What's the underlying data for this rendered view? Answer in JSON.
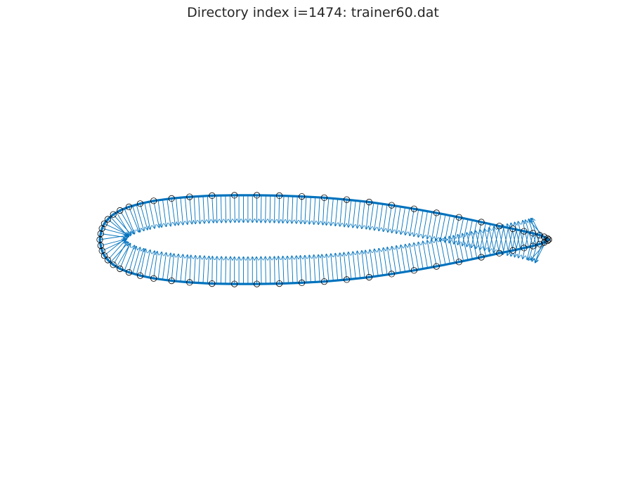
{
  "figure": {
    "title": "Directory index i=1474: trainer60.dat"
  },
  "chart_data": {
    "type": "scatter",
    "title": "Directory index i=1474: trainer60.dat",
    "xlabel": "",
    "ylabel": "",
    "axes_visible": false,
    "aspect": "equal",
    "grid": false,
    "xlim": [
      -0.04,
      1.04
    ],
    "ylim": [
      -0.35,
      0.35
    ],
    "colors": {
      "profile": "#0072BD",
      "normals": "#0072BD",
      "markers": "#000000"
    },
    "series": [
      {
        "kind": "surface-points",
        "marker": "open-circle",
        "upper": {
          "x": [
            1.0,
            0.997,
            0.99,
            0.98,
            0.965,
            0.945,
            0.92,
            0.89,
            0.85,
            0.8,
            0.75,
            0.7,
            0.65,
            0.6,
            0.55,
            0.5,
            0.45,
            0.4,
            0.35,
            0.3,
            0.25,
            0.2,
            0.16,
            0.12,
            0.09,
            0.065,
            0.045,
            0.03,
            0.018,
            0.01,
            0.005,
            0.002,
            0.0
          ],
          "y": [
            0.0,
            0.003,
            0.007,
            0.011,
            0.016,
            0.021,
            0.027,
            0.034,
            0.044,
            0.056,
            0.067,
            0.077,
            0.086,
            0.094,
            0.1,
            0.105,
            0.108,
            0.11,
            0.111,
            0.111,
            0.11,
            0.107,
            0.103,
            0.097,
            0.09,
            0.082,
            0.073,
            0.063,
            0.051,
            0.04,
            0.028,
            0.015,
            0.0
          ]
        },
        "lower": {
          "x": [
            0.0,
            0.002,
            0.005,
            0.01,
            0.018,
            0.03,
            0.045,
            0.065,
            0.09,
            0.12,
            0.16,
            0.2,
            0.25,
            0.3,
            0.35,
            0.4,
            0.45,
            0.5,
            0.55,
            0.6,
            0.65,
            0.7,
            0.75,
            0.8,
            0.85,
            0.89,
            0.92,
            0.945,
            0.965,
            0.98,
            0.99,
            0.997,
            1.0
          ],
          "y": [
            0.0,
            -0.015,
            -0.028,
            -0.04,
            -0.051,
            -0.063,
            -0.073,
            -0.082,
            -0.09,
            -0.097,
            -0.103,
            -0.107,
            -0.11,
            -0.111,
            -0.111,
            -0.11,
            -0.108,
            -0.105,
            -0.1,
            -0.094,
            -0.086,
            -0.077,
            -0.067,
            -0.056,
            -0.044,
            -0.034,
            -0.027,
            -0.021,
            -0.016,
            -0.011,
            -0.007,
            -0.003,
            0.0
          ]
        }
      },
      {
        "kind": "normal-vectors",
        "style": "quiver",
        "length": 0.06
      }
    ]
  }
}
